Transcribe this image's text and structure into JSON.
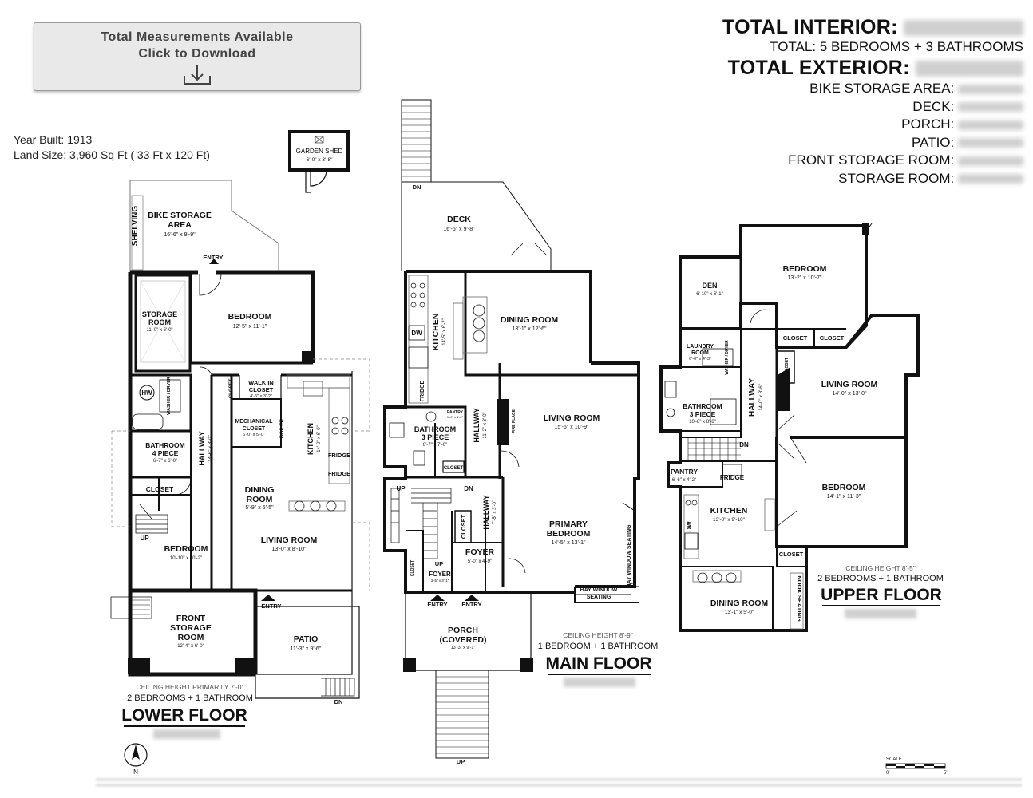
{
  "download": {
    "line1": "Total Measurements Available",
    "line2": "Click to Download",
    "icon": "download-arrow-icon"
  },
  "property": {
    "year_built": "Year Built: 1913",
    "land_size": "Land Size: 3,960 Sq Ft ( 33 Ft x 120 Ft)"
  },
  "totals": {
    "interior_label": "TOTAL INTERIOR:",
    "rooms_summary": "TOTAL: 5 BEDROOMS  + 3 BATHROOMS",
    "exterior_label": "TOTAL EXTERIOR:",
    "exterior_items": [
      "BIKE STORAGE AREA:",
      "DECK:",
      "PORCH:",
      "PATIO:",
      "FRONT STORAGE ROOM:",
      "STORAGE ROOM:"
    ]
  },
  "shed": {
    "name": "GARDEN SHED",
    "dims": "6'-0\" x 3'-8\""
  },
  "lower_floor": {
    "title": "LOWER FLOOR",
    "ceiling": "CEILING HEIGHT PRIMARILY 7'-0\"",
    "summary": "2 BEDROOMS + 1 BATHROOM",
    "rooms": {
      "bike_storage": {
        "name1": "BIKE STORAGE",
        "name2": "AREA",
        "dims": "16'-6\" x 9'-9\""
      },
      "shelving": "SHELVING",
      "entry_top": "ENTRY",
      "storage_room": {
        "name1": "STORAGE",
        "name2": "ROOM",
        "dims": "11'-0\" x 6'-0\""
      },
      "bedroom_top": {
        "name": "BEDROOM",
        "dims": "12'-5\" x 11'-1\""
      },
      "hw": "HW",
      "washer": "WASHER / DRYER",
      "bathroom": {
        "name1": "BATHROOM",
        "name2": "4 PIECE",
        "dims": "6'-7\" x 6'-0\""
      },
      "closet": "CLOSET",
      "hallway": {
        "name": "HALLWAY",
        "dims": "14'-6\" x 3'-0\""
      },
      "closet_v": "CLOSET",
      "walk_in": {
        "name1": "WALK IN",
        "name2": "CLOSET",
        "dims": "4'-5\" x 3'-2\""
      },
      "mechanical": {
        "name1": "MECHANICAL",
        "name2": "CLOSET",
        "dims": "6'-0\" x 5'-0\""
      },
      "boiler": "BOILER",
      "kitchen": {
        "name": "KITCHEN",
        "dims": "14'-0\" x 6'-0\""
      },
      "fridge1": "FRIDGE",
      "fridge2": "FRIDGE",
      "dining": {
        "name1": "DINING",
        "name2": "ROOM",
        "dims": "5'-9\" x 5'-5\""
      },
      "living": {
        "name": "LIVING ROOM",
        "dims": "13'-0\" x 8'-10\""
      },
      "bedroom_bottom": {
        "name": "BEDROOM",
        "dims": "10'-10\" x 10'-2\""
      },
      "up": "UP",
      "front_storage": {
        "name1": "FRONT",
        "name2": "STORAGE",
        "name3": "ROOM",
        "dims": "12'-4\" x 6'-0\""
      },
      "entry_bottom": "ENTRY",
      "patio": {
        "name": "PATIO",
        "dims": "11'-3\" x 9'-6\""
      },
      "dn": "DN"
    }
  },
  "main_floor": {
    "title": "MAIN FLOOR",
    "ceiling": "CEILING HEIGHT 8'-9\"",
    "summary": "1 BEDROOM + 1 BATHROOM",
    "rooms": {
      "dn_top": "DN",
      "deck": {
        "name": "DECK",
        "dims": "16'-6\" x 9'-8\""
      },
      "kitchen": {
        "name": "KITCHEN",
        "dims": "14'-5\" x 6'-2\""
      },
      "dw": "DW",
      "fridge": "FRIDGE",
      "dining": {
        "name": "DINING ROOM",
        "dims": "13'-1\" x 12'-6\""
      },
      "pantry": {
        "name": "PANTRY",
        "dims": "1'-0\" x 1'-0\""
      },
      "bathroom": {
        "name1": "BATHROOM",
        "name2": "3 PIECE",
        "dims": "8'-7\" x 7'-0\""
      },
      "closet_small": "CLOSET",
      "hallway1": {
        "name": "HALLWAY",
        "dims": "11'-2\" x 3'-0\""
      },
      "fireplace": "FIRE PLACE",
      "living": {
        "name": "LIVING ROOM",
        "dims": "15'-6\" x 10'-9\""
      },
      "up": "UP",
      "dn": "DN",
      "closet_v": "CLOSET",
      "hallway2": {
        "name": "HALLWAY",
        "dims": "7'-5\" x 3'-0\""
      },
      "primary": {
        "name1": "PRIMARY",
        "name2": "BEDROOM",
        "dims": "14'-5\" x 13'-1\""
      },
      "foyer1": {
        "name": "FOYER",
        "dims": "5'-0\" x 4'-9\""
      },
      "closet_left": "CLOSET",
      "up2": "UP",
      "foyer2": {
        "name": "FOYER",
        "dims": "3'-5\" x 3'-1\""
      },
      "bay_v": "BAY WINDOW SEATING",
      "bay_h1": "BAY WINDOW",
      "bay_h2": "SEATING",
      "entry1": "ENTRY",
      "entry2": "ENTRY",
      "porch": {
        "name1": "PORCH",
        "name2": "(COVERED)",
        "dims": "13'-3\" x 9'-1\""
      },
      "up_bottom": "UP"
    }
  },
  "upper_floor": {
    "title": "UPPER FLOOR",
    "ceiling": "CEILING HEIGHT 8'-5\"",
    "summary": "2 BEDROOMS + 1 BATHROOM",
    "rooms": {
      "den": {
        "name": "DEN",
        "dims": "6'-10\" x 6'-1\""
      },
      "bedroom_top": {
        "name": "BEDROOM",
        "dims": "13'-2\" x 10'-7\""
      },
      "laundry": {
        "name1": "LAUNDRY",
        "name2": "ROOM",
        "dims": "6'-0\" x 4'-3\""
      },
      "washer": "WASHER / DRYER",
      "closet1": "CLOSET",
      "closet2": "CLOSET",
      "closet_v": "CLOSET",
      "hallway": {
        "name": "HALLWAY",
        "dims": "14'-0\" x 3'-6\""
      },
      "living": {
        "name": "LIVING ROOM",
        "dims": "14'-0\" x 13'-0\""
      },
      "bathroom": {
        "name1": "BATHROOM",
        "name2": "3 PIECE",
        "dims": "10'-8\" x 8'-6\""
      },
      "dn": "DN",
      "pantry": {
        "name": "PANTRY",
        "dims": "6'-6\" x 4'-2\""
      },
      "fridge": "FRIDGE",
      "kitchen": {
        "name": "KITCHEN",
        "dims": "13'-0\" x 9'-10\""
      },
      "dw": "DW",
      "bedroom_bottom": {
        "name": "BEDROOM",
        "dims": "14'-1\" x 11'-3\""
      },
      "closet3": "CLOSET",
      "nook": "NOOK SEATING",
      "dining": {
        "name": "DINING ROOM",
        "dims": "13'-1\" x 5'-0\""
      }
    }
  },
  "scale": {
    "label": "SCALE",
    "start": "0'",
    "end": "5'"
  },
  "compass": {
    "letter": "N"
  }
}
